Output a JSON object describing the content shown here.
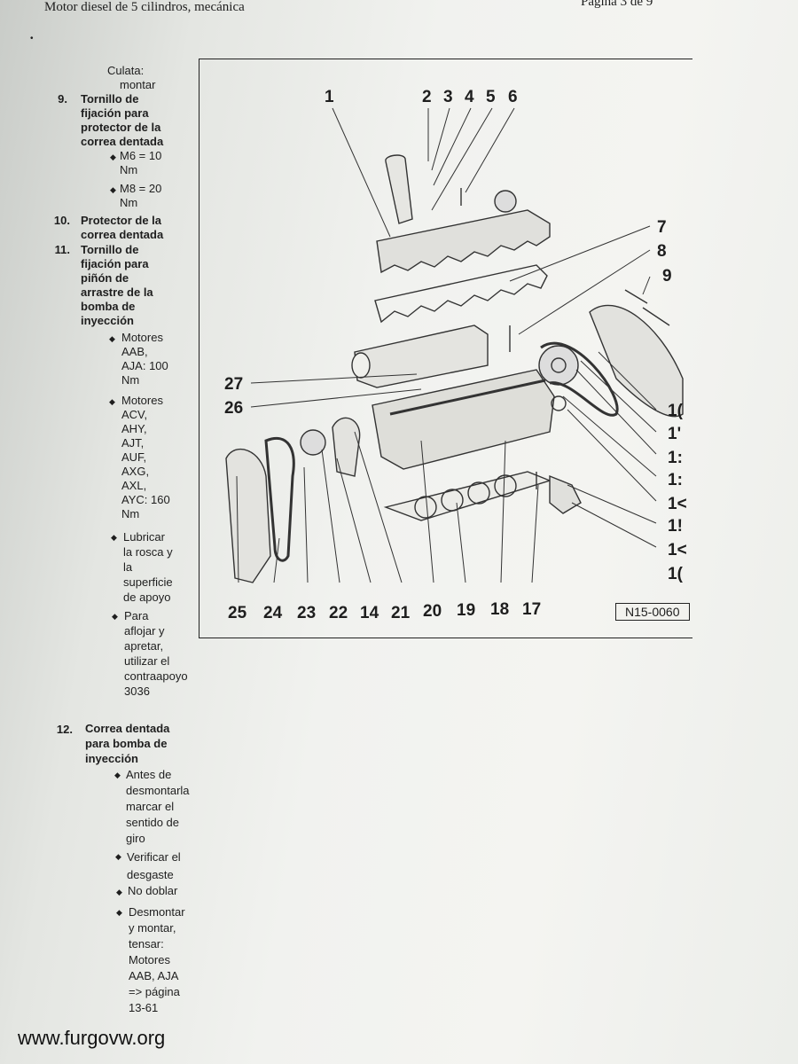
{
  "header": {
    "title": "Motor diesel de 5 cilindros, mecánica",
    "page": "Página 3 de 9"
  },
  "list": {
    "prev_tail": [
      "Culata:",
      "montar"
    ],
    "item9": {
      "num": "9.",
      "title": [
        "Tornillo de",
        "fijación para",
        "protector de la",
        "correa dentada"
      ],
      "bullets": [
        [
          "M6 = 10",
          "Nm"
        ],
        [
          "M8 = 20",
          "Nm"
        ]
      ]
    },
    "item10": {
      "num": "10.",
      "title": [
        "Protector de la",
        "correa dentada"
      ]
    },
    "item11": {
      "num": "11.",
      "title": [
        "Tornillo de",
        "fijación para",
        "piñón de",
        "arrastre de la",
        "bomba de",
        "inyección"
      ],
      "b1": [
        "Motores",
        "AAB,",
        "AJA: 100",
        "Nm"
      ],
      "b2": [
        "Motores",
        "ACV,",
        "AHY,",
        "AJT,",
        "AUF,",
        "AXG,",
        "AXL,",
        "AYC: 160",
        "Nm"
      ],
      "b3": [
        "Lubricar",
        "la rosca y",
        "la",
        "superficie",
        "de apoyo"
      ],
      "b4": [
        "Para",
        "aflojar y",
        "apretar,",
        "utilizar el",
        "contraapoyo",
        "3036"
      ]
    },
    "item12": {
      "num": "12.",
      "title": [
        "Correa dentada",
        "para bomba de",
        "inyección"
      ],
      "b1": [
        "Antes de",
        "desmontarla",
        "marcar el",
        "sentido de",
        "giro"
      ],
      "b2": [
        "Verificar el",
        "desgaste"
      ],
      "b3": [
        "No doblar"
      ],
      "b4": [
        "Desmontar",
        "y montar,",
        "tensar:",
        "Motores",
        "AAB, AJA",
        "=> página",
        "13-61"
      ]
    }
  },
  "figure": {
    "code": "N15-0060",
    "top_labels": [
      "1",
      "2",
      "3",
      "4",
      "5",
      "6"
    ],
    "right_labels": [
      "7",
      "8",
      "9",
      "1(",
      "1'",
      "1:",
      "1:",
      "1<",
      "1!",
      "1<",
      "1("
    ],
    "left_labels": [
      "27",
      "26"
    ],
    "bottom_labels": [
      "25",
      "24",
      "23",
      "22",
      "14",
      "21",
      "20",
      "19",
      "18",
      "17"
    ]
  },
  "watermark": "www.furgovw.org",
  "colors": {
    "paper": "#f1f2ef",
    "ink": "#1e1e1e"
  }
}
